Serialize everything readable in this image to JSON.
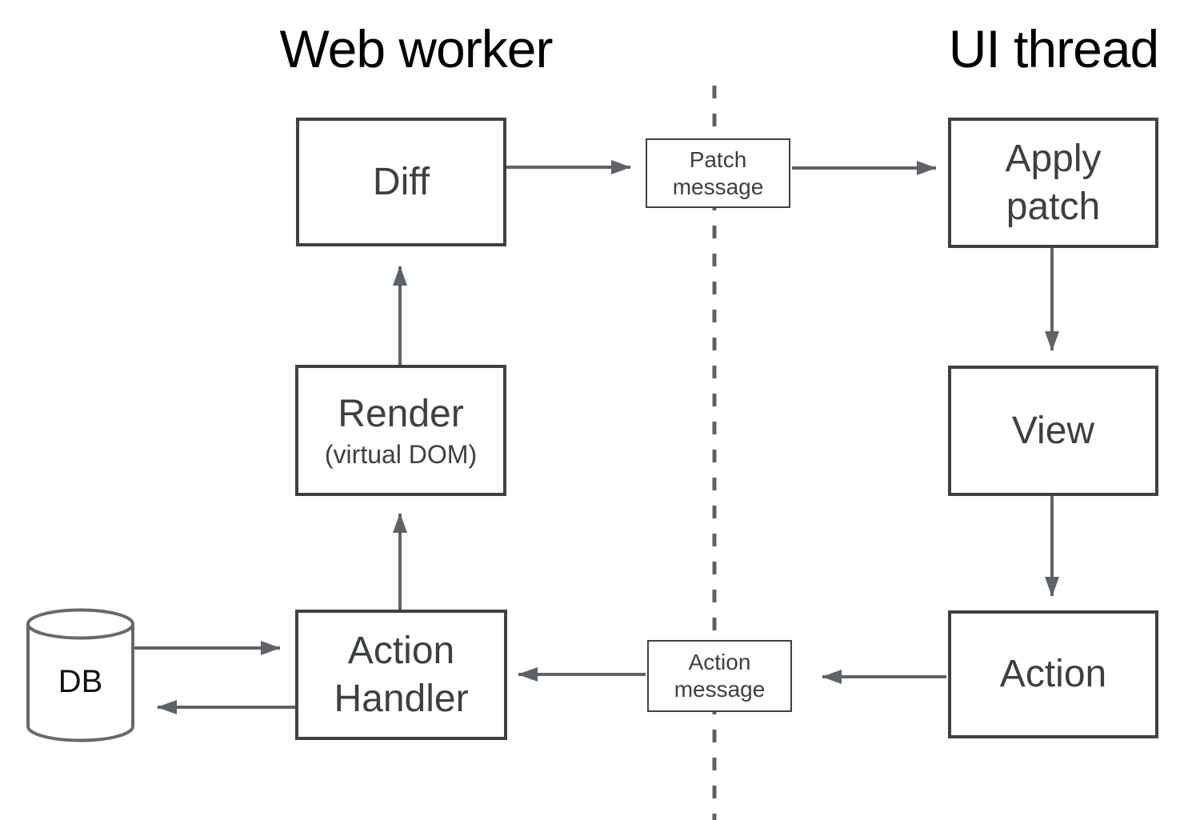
{
  "titles": {
    "web_worker": "Web worker",
    "ui_thread": "UI thread"
  },
  "nodes": {
    "diff": {
      "label": "Diff"
    },
    "render": {
      "label": "Render",
      "sublabel": "(virtual DOM)"
    },
    "action_handler": {
      "line1": "Action",
      "line2": "Handler"
    },
    "apply_patch": {
      "line1": "Apply",
      "line2": "patch"
    },
    "view": {
      "label": "View"
    },
    "action": {
      "label": "Action"
    },
    "db": {
      "label": "DB"
    }
  },
  "messages": {
    "patch_message": {
      "line1": "Patch",
      "line2": "message"
    },
    "action_message": {
      "line1": "Action",
      "line2": "message"
    }
  },
  "edges": [
    {
      "from": "diff",
      "to": "patch_message"
    },
    {
      "from": "patch_message",
      "to": "apply_patch"
    },
    {
      "from": "apply_patch",
      "to": "view"
    },
    {
      "from": "view",
      "to": "action"
    },
    {
      "from": "action",
      "to": "action_message"
    },
    {
      "from": "action_message",
      "to": "action_handler"
    },
    {
      "from": "action_handler",
      "to": "render"
    },
    {
      "from": "render",
      "to": "diff"
    },
    {
      "from": "db",
      "to": "action_handler"
    },
    {
      "from": "action_handler",
      "to": "db"
    }
  ],
  "colors": {
    "background": "#ffffff",
    "title_text": "#000000",
    "node_border": "#3f4043",
    "node_text": "#3c4043",
    "connector": "#5f6368",
    "db_text": "#111111"
  }
}
